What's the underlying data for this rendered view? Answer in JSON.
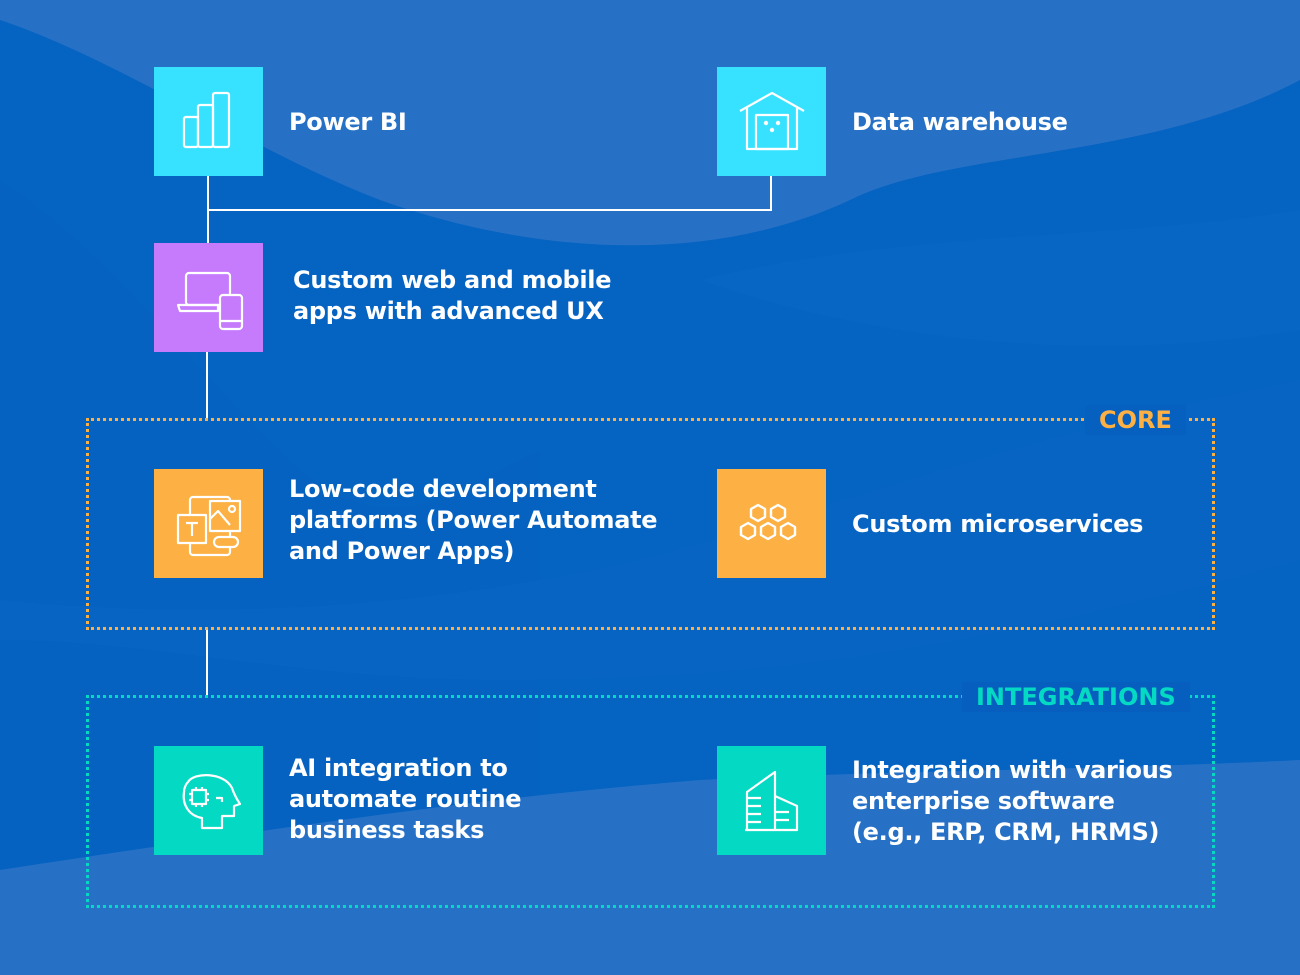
{
  "diagram": {
    "colors": {
      "background": "#0563c1",
      "cyan": "#36e2ff",
      "purple": "#c57bfb",
      "orange": "#fdb043",
      "teal": "#04d9c3",
      "connector": "#ffffff"
    },
    "nodes": {
      "power_bi": {
        "label": "Power BI",
        "icon": "bar-chart-icon"
      },
      "data_warehouse": {
        "label": "Data warehouse",
        "icon": "warehouse-icon"
      },
      "custom_apps": {
        "label": "Custom web and mobile apps with advanced UX",
        "icon": "laptop-phone-icon"
      },
      "low_code": {
        "label": "Low-code development platforms (Power Automate and Power Apps)",
        "icon": "low-code-apps-icon"
      },
      "microservices": {
        "label": "Custom microservices",
        "icon": "hexagons-icon"
      },
      "ai_integration": {
        "label": "AI integration to automate routine business tasks",
        "icon": "ai-head-icon"
      },
      "enterprise_integration": {
        "label": "Integration with various enterprise software (e.g., ERP, CRM, HRMS)",
        "icon": "building-icon"
      }
    },
    "groups": {
      "core": {
        "title": "CORE"
      },
      "integrations": {
        "title": "INTEGRATIONS"
      }
    },
    "edges": [
      {
        "from": "power_bi",
        "to": "custom_apps"
      },
      {
        "from": "data_warehouse",
        "to": "custom_apps"
      },
      {
        "from": "custom_apps",
        "to": "core"
      },
      {
        "from": "core",
        "to": "integrations"
      }
    ]
  }
}
